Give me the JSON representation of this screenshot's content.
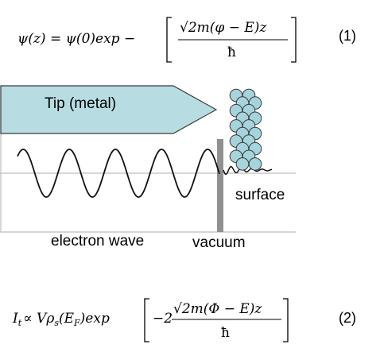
{
  "equation_1": {
    "lhs": "ψ(z) = ψ(0)exp −",
    "numerator": "√2m(φ − E)z",
    "denominator": "ħ",
    "number": "(1)"
  },
  "equation_2": {
    "lhs": "I",
    "lhs_sub": "t",
    "mid": "∝ Vρ",
    "mid_sub": "s",
    "rest": "(E",
    "rest_sub": "F",
    "tail": ")exp",
    "coef": "−2",
    "numerator": "√2m(Φ − E)z",
    "denominator": "ħ",
    "number": "(2)"
  },
  "labels": {
    "tip": "Tip (metal)",
    "surface": "surface",
    "electron_wave": "electron wave",
    "vacuum": "vacuum"
  },
  "colors": {
    "tip_fill": "#b7dde3",
    "atom_fill": "#a6d4dc",
    "outline": "#3a3a3a",
    "barrier": "#909090",
    "axis": "#c8c8c8"
  }
}
